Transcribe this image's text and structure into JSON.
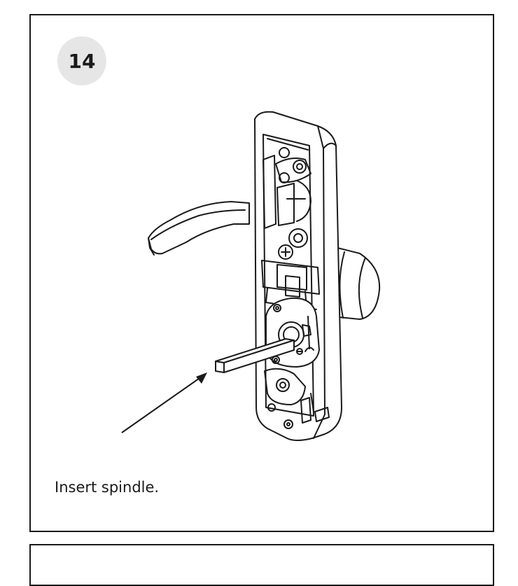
{
  "step": {
    "number": "14",
    "caption": "Insert spindle."
  },
  "illustration": {
    "subject": "lever lock handle with spindle being inserted",
    "icon": "lock-assembly-illustration"
  },
  "colors": {
    "border": "#1a1a1a",
    "badge_bg": "#e6e6e6",
    "ink": "#1a1a1a"
  }
}
